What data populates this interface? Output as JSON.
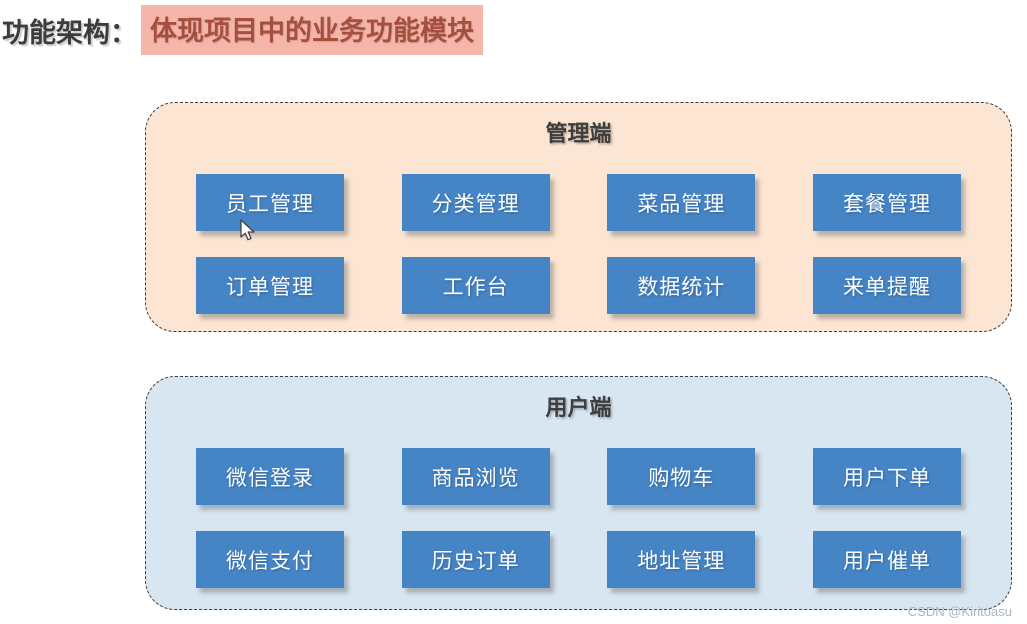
{
  "header": {
    "label": "功能架构：",
    "highlight": "体现项目中的业务功能模块"
  },
  "panels": [
    {
      "id": "admin",
      "title": "管理端",
      "rows": [
        [
          "员工管理",
          "分类管理",
          "菜品管理",
          "套餐管理"
        ],
        [
          "订单管理",
          "工作台",
          "数据统计",
          "来单提醒"
        ]
      ]
    },
    {
      "id": "user",
      "title": "用户端",
      "rows": [
        [
          "微信登录",
          "商品浏览",
          "购物车",
          "用户下单"
        ],
        [
          "微信支付",
          "历史订单",
          "地址管理",
          "用户催单"
        ]
      ]
    }
  ],
  "watermark": "CSDN @Kiritoasu",
  "colors": {
    "highlight_bg": "#f5b5a9",
    "highlight_text": "#a5503f",
    "admin_panel_bg": "#fce5d2",
    "user_panel_bg": "#d8e6f2",
    "module_button_bg": "#4585c6",
    "module_button_text": "#ffffff",
    "panel_border": "#3d3d3d",
    "header_text": "#3c3c3c",
    "watermark_text": "#a9b6c2"
  },
  "icons": {
    "cursor": "arrow-cursor"
  }
}
